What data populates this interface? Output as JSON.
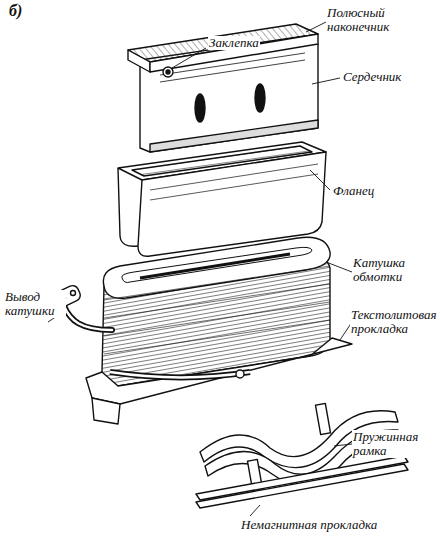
{
  "diagram": {
    "labels": [
      "б)",
      "Полюсный наконечник",
      "Заклепка",
      "Сердечник",
      "Фланец",
      "Вывод катушки",
      "Катушка обмотки",
      "Текстолитовая прокладка",
      "Пружинная рамка",
      "Немагнитная прокладка"
    ]
  }
}
